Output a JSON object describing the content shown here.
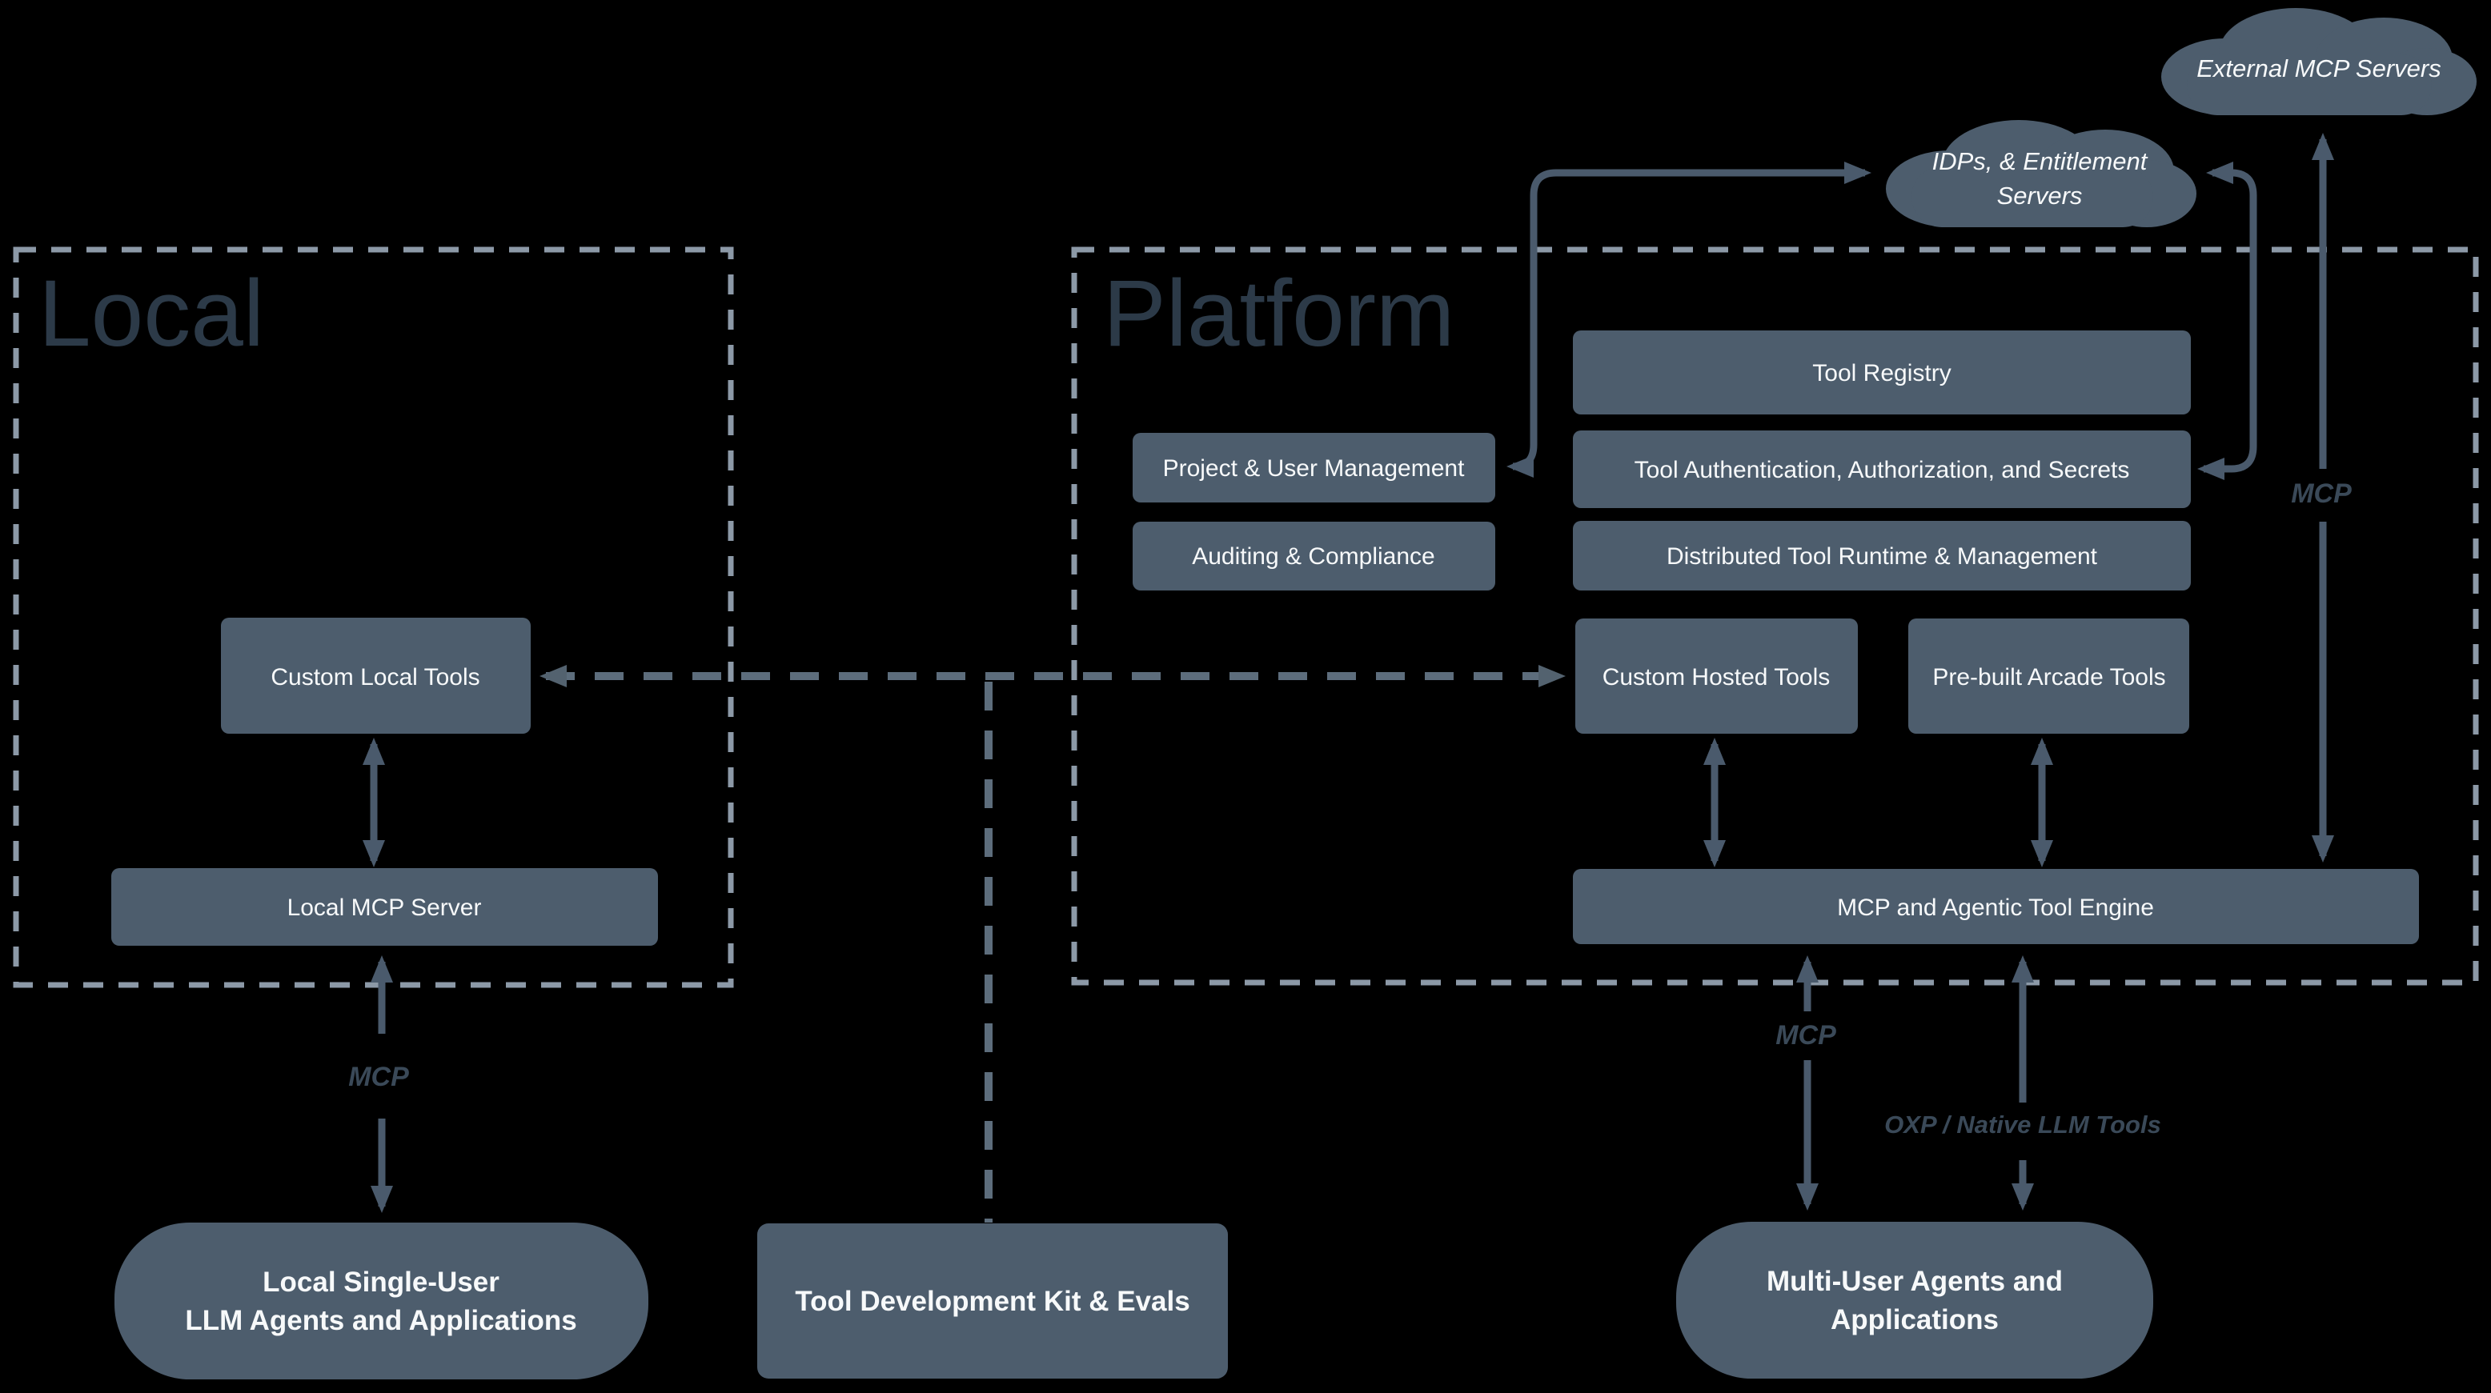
{
  "diagram": {
    "zones": {
      "local": {
        "title": "Local"
      },
      "platform": {
        "title": "Platform"
      }
    },
    "clouds": {
      "external_mcp": {
        "label": "External MCP Servers"
      },
      "idps": {
        "label_line1": "IDPs, & Entitlement",
        "label_line2": "Servers"
      }
    },
    "platform_nodes": {
      "tool_registry": {
        "label": "Tool Registry"
      },
      "tool_auth": {
        "label": "Tool Authentication, Authorization, and Secrets"
      },
      "distributed_runtime": {
        "label": "Distributed Tool Runtime & Management"
      },
      "project_user_mgmt": {
        "label": "Project & User Management"
      },
      "auditing_compliance": {
        "label": "Auditing & Compliance"
      },
      "custom_hosted_tools": {
        "label": "Custom Hosted Tools"
      },
      "prebuilt_arcade_tools": {
        "label": "Pre-built Arcade Tools"
      },
      "mcp_agentic_engine": {
        "label": "MCP and Agentic Tool Engine"
      }
    },
    "local_nodes": {
      "custom_local_tools": {
        "label": "Custom Local Tools"
      },
      "local_mcp_server": {
        "label": "Local MCP Server"
      }
    },
    "bottom_nodes": {
      "local_agents": {
        "label_line1": "Local Single-User",
        "label_line2": "LLM Agents and Applications"
      },
      "tdk": {
        "label": "Tool Development Kit & Evals"
      },
      "multi_user_agents": {
        "label_line1": "Multi-User Agents and",
        "label_line2": "Applications"
      }
    },
    "edge_labels": {
      "mcp_local": "MCP",
      "mcp_engine": "MCP",
      "oxp_native": "OXP / Native LLM Tools",
      "mcp_external": "MCP"
    },
    "colors": {
      "background": "#000000",
      "node_fill": "#4d5d6d",
      "node_text": "#f7f9fa",
      "zone_title": "#2c3a48",
      "zone_border_dash": "#8c99a7",
      "solid_arrow": "#4a5a6c",
      "dashed_link": "#5d6d7c",
      "edge_label_text": "#3a4958"
    }
  }
}
